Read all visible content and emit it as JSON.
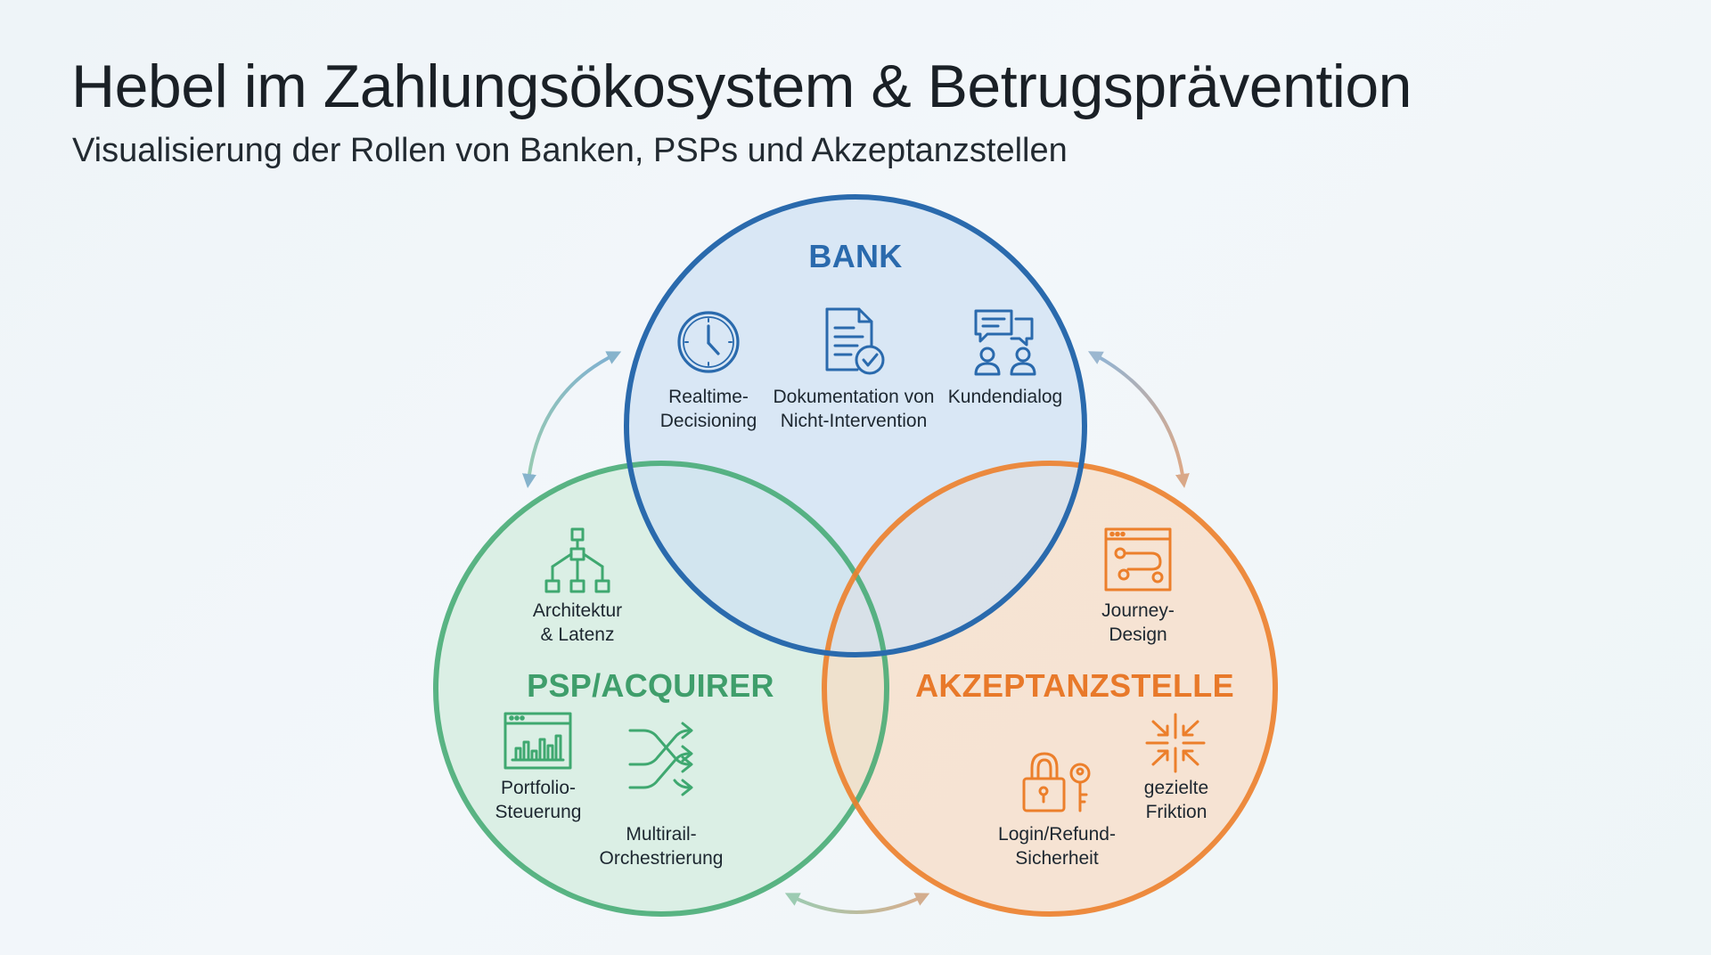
{
  "title": "Hebel im Zahlungsökosystem & Betrugsprävention",
  "subtitle": "Visualisierung der Rollen von Banken, PSPs und Akzeptanzstellen",
  "colors": {
    "bank": "#2a6aad",
    "bank_fill": "#cfe0f2",
    "psp": "#3fa870",
    "psp_fill": "#d3ecdd",
    "merchant": "#ec7f2b",
    "merchant_fill": "#f8dcc3"
  },
  "sets": {
    "bank": {
      "label": "BANK",
      "items": [
        {
          "icon": "clock-icon",
          "line1": "Realtime-",
          "line2": "Decisioning"
        },
        {
          "icon": "document-check-icon",
          "line1": "Dokumentation von",
          "line2": "Nicht-Intervention"
        },
        {
          "icon": "customer-dialog-icon",
          "line1": "Kundendialog",
          "line2": ""
        }
      ]
    },
    "psp": {
      "label": "PSP/ACQUIRER",
      "items": [
        {
          "icon": "hierarchy-icon",
          "line1": "Architektur",
          "line2": "& Latenz"
        },
        {
          "icon": "dashboard-chart-icon",
          "line1": "Portfolio-",
          "line2": "Steuerung"
        },
        {
          "icon": "shuffle-icon",
          "line1": "Multirail-",
          "line2": "Orchestrierung"
        }
      ]
    },
    "merchant": {
      "label": "AKZEPTANZSTELLE",
      "items": [
        {
          "icon": "journey-window-icon",
          "line1": "Journey-",
          "line2": "Design"
        },
        {
          "icon": "converge-arrows-icon",
          "line1": "gezielte",
          "line2": "Friktion"
        },
        {
          "icon": "lock-key-icon",
          "line1": "Login/Refund-",
          "line2": "Sicherheit"
        }
      ]
    }
  }
}
